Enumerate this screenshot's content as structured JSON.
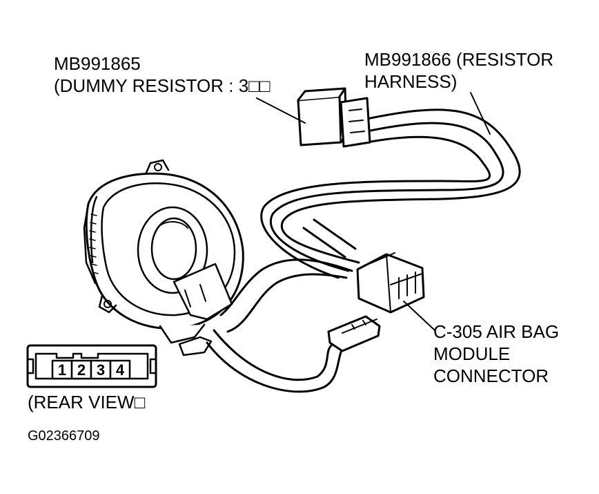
{
  "labels": {
    "dummy_resistor": {
      "line1": "MB991865",
      "line2": "(DUMMY RESISTOR : 3□□"
    },
    "resistor_harness": {
      "line1": "MB991866 (RESISTOR",
      "line2": "HARNESS)"
    },
    "airbag_connector": {
      "line1": "C-305 AIR BAG",
      "line2": "MODULE",
      "line3": "CONNECTOR"
    },
    "rear_view": "(REAR VIEW□",
    "figure_id": "G02366709"
  },
  "connector_pins": [
    "1",
    "2",
    "3",
    "4"
  ],
  "colors": {
    "ink": "#000000",
    "paper": "#ffffff"
  }
}
